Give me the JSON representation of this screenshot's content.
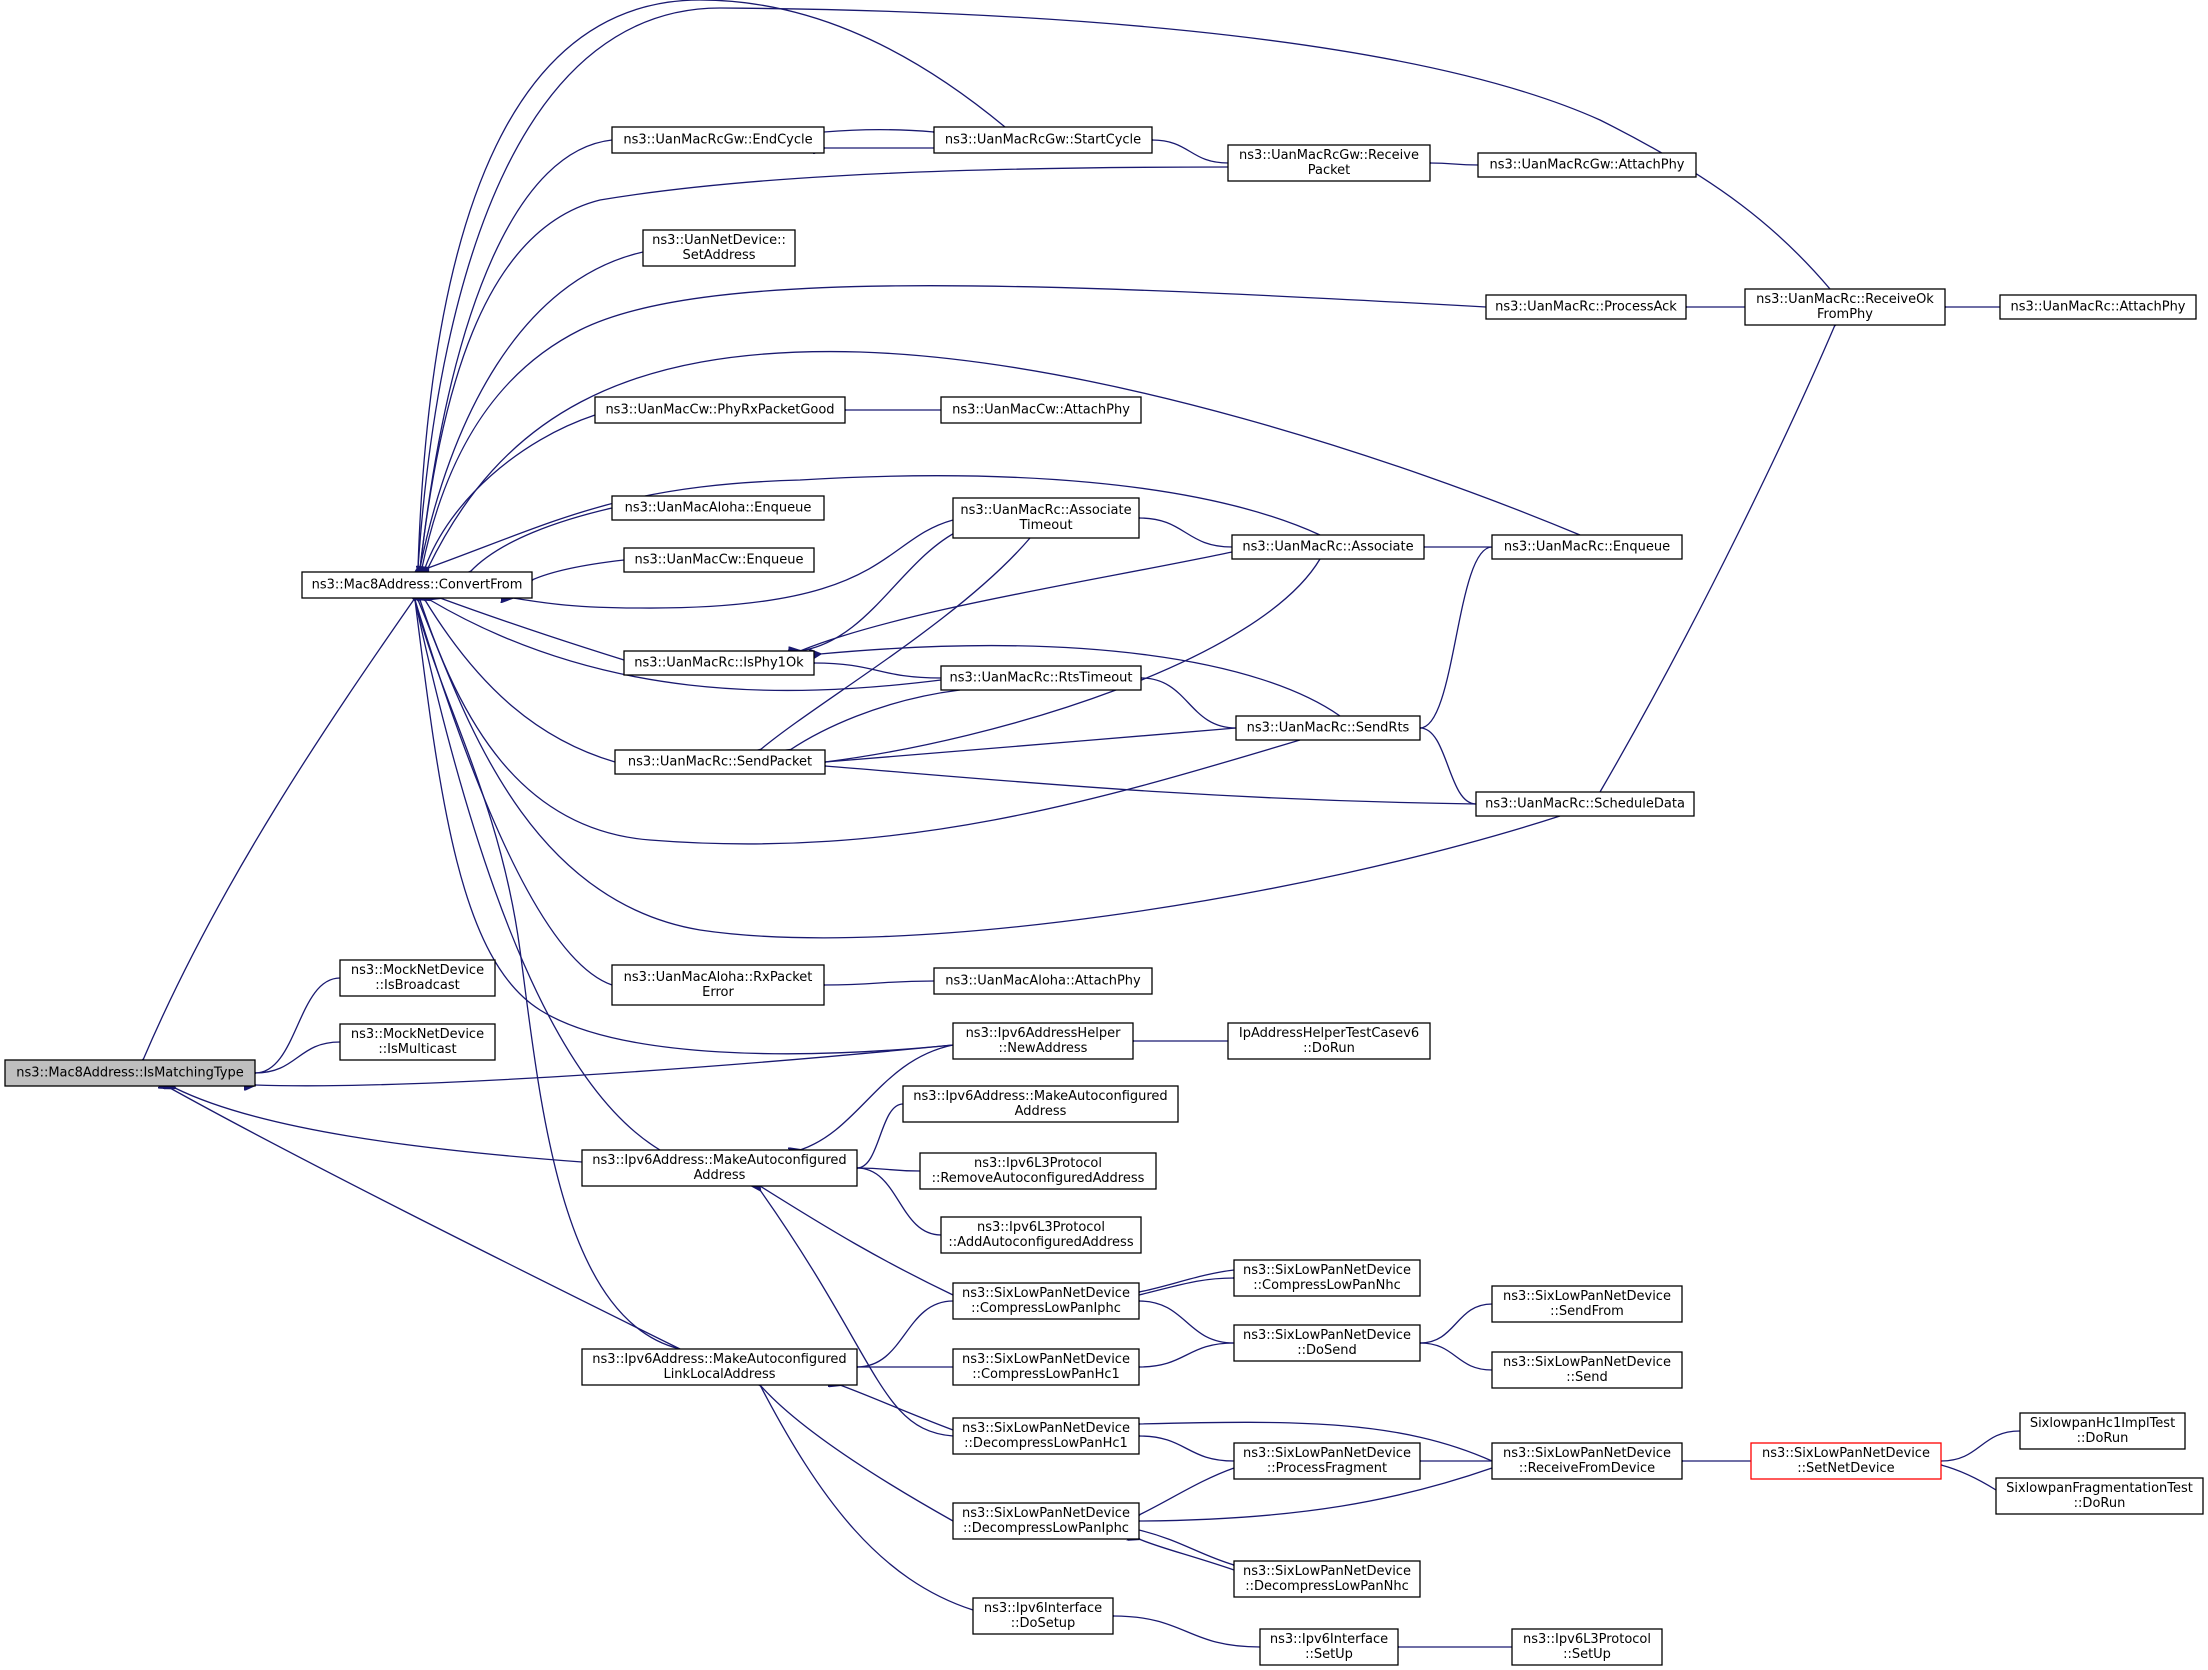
{
  "graph_title": "",
  "colors": {
    "edge": "#191970",
    "root_fill": "#bfbfbf",
    "node_fill": "#ffffff",
    "node_border": "#000000",
    "highlight_border": "#ff0000"
  },
  "nodes": [
    {
      "id": "root",
      "lines": [
        "ns3::Mac8Address::IsMatchingType"
      ],
      "style": "root"
    },
    {
      "id": "convertfrom",
      "lines": [
        "ns3::Mac8Address::ConvertFrom"
      ]
    },
    {
      "id": "mock_bcast",
      "lines": [
        "ns3::MockNetDevice",
        "::IsBroadcast"
      ]
    },
    {
      "id": "mock_mcast",
      "lines": [
        "ns3::MockNetDevice",
        "::IsMulticast"
      ]
    },
    {
      "id": "ipv6_makeauto",
      "lines": [
        "ns3::Ipv6Address::MakeAutoconfigured",
        "Address"
      ]
    },
    {
      "id": "ipv6_makeauto_ll",
      "lines": [
        "ns3::Ipv6Address::MakeAutoconfigured",
        "LinkLocalAddress"
      ]
    },
    {
      "id": "gw_endcycle",
      "lines": [
        "ns3::UanMacRcGw::EndCycle"
      ]
    },
    {
      "id": "gw_startcycle",
      "lines": [
        "ns3::UanMacRcGw::StartCycle"
      ]
    },
    {
      "id": "gw_receive",
      "lines": [
        "ns3::UanMacRcGw::Receive",
        "Packet"
      ]
    },
    {
      "id": "gw_attach",
      "lines": [
        "ns3::UanMacRcGw::AttachPhy"
      ]
    },
    {
      "id": "netdev_setaddr",
      "lines": [
        "ns3::UanNetDevice::",
        "SetAddress"
      ]
    },
    {
      "id": "rc_processack",
      "lines": [
        "ns3::UanMacRc::ProcessAck"
      ]
    },
    {
      "id": "rc_receiveok",
      "lines": [
        "ns3::UanMacRc::ReceiveOk",
        "FromPhy"
      ]
    },
    {
      "id": "rc_attach",
      "lines": [
        "ns3::UanMacRc::AttachPhy"
      ]
    },
    {
      "id": "cw_phyrx",
      "lines": [
        "ns3::UanMacCw::PhyRxPacketGood"
      ]
    },
    {
      "id": "cw_attach",
      "lines": [
        "ns3::UanMacCw::AttachPhy"
      ]
    },
    {
      "id": "aloha_enqueue",
      "lines": [
        "ns3::UanMacAloha::Enqueue"
      ]
    },
    {
      "id": "cw_enqueue",
      "lines": [
        "ns3::UanMacCw::Enqueue"
      ]
    },
    {
      "id": "rc_assoc_timeout",
      "lines": [
        "ns3::UanMacRc::Associate",
        "Timeout"
      ]
    },
    {
      "id": "rc_associate",
      "lines": [
        "ns3::UanMacRc::Associate"
      ]
    },
    {
      "id": "rc_enqueue",
      "lines": [
        "ns3::UanMacRc::Enqueue"
      ]
    },
    {
      "id": "rc_isphy1ok",
      "lines": [
        "ns3::UanMacRc::IsPhy1Ok"
      ]
    },
    {
      "id": "rc_rtstimeout",
      "lines": [
        "ns3::UanMacRc::RtsTimeout"
      ]
    },
    {
      "id": "rc_sendrts",
      "lines": [
        "ns3::UanMacRc::SendRts"
      ]
    },
    {
      "id": "rc_sendpacket",
      "lines": [
        "ns3::UanMacRc::SendPacket"
      ]
    },
    {
      "id": "rc_scheduledata",
      "lines": [
        "ns3::UanMacRc::ScheduleData"
      ]
    },
    {
      "id": "aloha_rxerror",
      "lines": [
        "ns3::UanMacAloha::RxPacket",
        "Error"
      ]
    },
    {
      "id": "aloha_attach",
      "lines": [
        "ns3::UanMacAloha::AttachPhy"
      ]
    },
    {
      "id": "ipv6helper_newaddr",
      "lines": [
        "ns3::Ipv6AddressHelper",
        "::NewAddress"
      ]
    },
    {
      "id": "iphelpertest_dorun",
      "lines": [
        "IpAddressHelperTestCasev6",
        "::DoRun"
      ]
    },
    {
      "id": "ipv6addr_makeauto2",
      "lines": [
        "ns3::Ipv6Address::MakeAutoconfigured",
        "Address"
      ]
    },
    {
      "id": "l3_removeauto",
      "lines": [
        "ns3::Ipv6L3Protocol",
        "::RemoveAutoconfiguredAddress"
      ]
    },
    {
      "id": "l3_addauto",
      "lines": [
        "ns3::Ipv6L3Protocol",
        "::AddAutoconfiguredAddress"
      ]
    },
    {
      "id": "six_comp_iphc",
      "lines": [
        "ns3::SixLowPanNetDevice",
        "::CompressLowPanIphc"
      ]
    },
    {
      "id": "six_comp_nhc",
      "lines": [
        "ns3::SixLowPanNetDevice",
        "::CompressLowPanNhc"
      ]
    },
    {
      "id": "six_sendfrom",
      "lines": [
        "ns3::SixLowPanNetDevice",
        "::SendFrom"
      ]
    },
    {
      "id": "six_dosend",
      "lines": [
        "ns3::SixLowPanNetDevice",
        "::DoSend"
      ]
    },
    {
      "id": "six_send",
      "lines": [
        "ns3::SixLowPanNetDevice",
        "::Send"
      ]
    },
    {
      "id": "six_comp_hc1",
      "lines": [
        "ns3::SixLowPanNetDevice",
        "::CompressLowPanHc1"
      ]
    },
    {
      "id": "six_decomp_hc1",
      "lines": [
        "ns3::SixLowPanNetDevice",
        "::DecompressLowPanHc1"
      ]
    },
    {
      "id": "six_processfrag",
      "lines": [
        "ns3::SixLowPanNetDevice",
        "::ProcessFragment"
      ]
    },
    {
      "id": "six_recvfromdev",
      "lines": [
        "ns3::SixLowPanNetDevice",
        "::ReceiveFromDevice"
      ]
    },
    {
      "id": "six_setnetdev",
      "lines": [
        "ns3::SixLowPanNetDevice",
        "::SetNetDevice"
      ],
      "style": "red"
    },
    {
      "id": "hc1impl_dorun",
      "lines": [
        "SixlowpanHc1ImplTest",
        "::DoRun"
      ]
    },
    {
      "id": "fragtest_dorun",
      "lines": [
        "SixlowpanFragmentationTest",
        "::DoRun"
      ]
    },
    {
      "id": "six_decomp_iphc",
      "lines": [
        "ns3::SixLowPanNetDevice",
        "::DecompressLowPanIphc"
      ]
    },
    {
      "id": "six_decomp_nhc",
      "lines": [
        "ns3::SixLowPanNetDevice",
        "::DecompressLowPanNhc"
      ]
    },
    {
      "id": "ipv6if_dosetup",
      "lines": [
        "ns3::Ipv6Interface",
        "::DoSetup"
      ]
    },
    {
      "id": "ipv6if_setup",
      "lines": [
        "ns3::Ipv6Interface",
        "::SetUp"
      ]
    },
    {
      "id": "l3_setup",
      "lines": [
        "ns3::Ipv6L3Protocol",
        "::SetUp"
      ]
    }
  ],
  "edges": [
    {
      "from": "convertfrom",
      "to": "root"
    },
    {
      "from": "mock_bcast",
      "to": "root"
    },
    {
      "from": "mock_mcast",
      "to": "root"
    },
    {
      "from": "ipv6helper_newaddr",
      "to": "root"
    },
    {
      "from": "ipv6_makeauto",
      "to": "root"
    },
    {
      "from": "ipv6_makeauto_ll",
      "to": "root"
    },
    {
      "from": "gw_endcycle",
      "to": "convertfrom"
    },
    {
      "from": "gw_startcycle",
      "to": "convertfrom"
    },
    {
      "from": "gw_receive",
      "to": "convertfrom"
    },
    {
      "from": "netdev_setaddr",
      "to": "convertfrom"
    },
    {
      "from": "rc_processack",
      "to": "convertfrom"
    },
    {
      "from": "rc_receiveok",
      "to": "convertfrom"
    },
    {
      "from": "cw_phyrx",
      "to": "convertfrom"
    },
    {
      "from": "rc_enqueue",
      "to": "convertfrom"
    },
    {
      "from": "rc_associate",
      "to": "convertfrom"
    },
    {
      "from": "aloha_enqueue",
      "to": "convertfrom"
    },
    {
      "from": "cw_enqueue",
      "to": "convertfrom"
    },
    {
      "from": "rc_assoc_timeout",
      "to": "convertfrom"
    },
    {
      "from": "rc_isphy1ok",
      "to": "convertfrom"
    },
    {
      "from": "rc_rtstimeout",
      "to": "convertfrom"
    },
    {
      "from": "rc_sendpacket",
      "to": "convertfrom"
    },
    {
      "from": "rc_sendrts",
      "to": "convertfrom"
    },
    {
      "from": "rc_scheduledata",
      "to": "convertfrom"
    },
    {
      "from": "aloha_rxerror",
      "to": "convertfrom"
    },
    {
      "from": "ipv6helper_newaddr",
      "to": "convertfrom"
    },
    {
      "from": "ipv6_makeauto",
      "to": "convertfrom"
    },
    {
      "from": "ipv6_makeauto_ll",
      "to": "convertfrom"
    },
    {
      "from": "gw_startcycle",
      "to": "gw_endcycle"
    },
    {
      "from": "gw_endcycle",
      "to": "gw_startcycle"
    },
    {
      "from": "gw_receive",
      "to": "gw_startcycle"
    },
    {
      "from": "gw_attach",
      "to": "gw_receive"
    },
    {
      "from": "rc_receiveok",
      "to": "rc_processack"
    },
    {
      "from": "rc_attach",
      "to": "rc_receiveok"
    },
    {
      "from": "rc_scheduledata",
      "to": "rc_receiveok"
    },
    {
      "from": "cw_attach",
      "to": "cw_phyrx"
    },
    {
      "from": "rc_associate",
      "to": "rc_assoc_timeout"
    },
    {
      "from": "rc_enqueue",
      "to": "rc_associate"
    },
    {
      "from": "rc_assoc_timeout",
      "to": "rc_isphy1ok"
    },
    {
      "from": "rc_associate",
      "to": "rc_isphy1ok"
    },
    {
      "from": "rc_rtstimeout",
      "to": "rc_isphy1ok"
    },
    {
      "from": "rc_sendrts",
      "to": "rc_isphy1ok"
    },
    {
      "from": "rc_sendrts",
      "to": "rc_rtstimeout"
    },
    {
      "from": "rc_enqueue",
      "to": "rc_sendrts"
    },
    {
      "from": "rc_scheduledata",
      "to": "rc_sendrts"
    },
    {
      "from": "rc_assoc_timeout",
      "to": "rc_sendpacket"
    },
    {
      "from": "rc_rtstimeout",
      "to": "rc_sendpacket"
    },
    {
      "from": "rc_associate",
      "to": "rc_sendpacket"
    },
    {
      "from": "rc_sendrts",
      "to": "rc_sendpacket"
    },
    {
      "from": "rc_scheduledata",
      "to": "rc_sendpacket"
    },
    {
      "from": "aloha_attach",
      "to": "aloha_rxerror"
    },
    {
      "from": "iphelpertest_dorun",
      "to": "ipv6helper_newaddr"
    },
    {
      "from": "ipv6helper_newaddr",
      "to": "ipv6_makeauto"
    },
    {
      "from": "ipv6addr_makeauto2",
      "to": "ipv6_makeauto"
    },
    {
      "from": "l3_removeauto",
      "to": "ipv6_makeauto"
    },
    {
      "from": "l3_addauto",
      "to": "ipv6_makeauto"
    },
    {
      "from": "six_comp_iphc",
      "to": "ipv6_makeauto"
    },
    {
      "from": "six_decomp_hc1",
      "to": "ipv6_makeauto"
    },
    {
      "from": "six_comp_iphc",
      "to": "ipv6_makeauto_ll"
    },
    {
      "from": "six_comp_hc1",
      "to": "ipv6_makeauto_ll"
    },
    {
      "from": "six_decomp_hc1",
      "to": "ipv6_makeauto_ll"
    },
    {
      "from": "six_decomp_iphc",
      "to": "ipv6_makeauto_ll"
    },
    {
      "from": "ipv6if_dosetup",
      "to": "ipv6_makeauto_ll"
    },
    {
      "from": "six_comp_nhc",
      "to": "six_comp_iphc"
    },
    {
      "from": "six_comp_iphc",
      "to": "six_comp_nhc"
    },
    {
      "from": "six_dosend",
      "to": "six_comp_iphc"
    },
    {
      "from": "six_sendfrom",
      "to": "six_dosend"
    },
    {
      "from": "six_send",
      "to": "six_dosend"
    },
    {
      "from": "six_dosend",
      "to": "six_comp_hc1"
    },
    {
      "from": "six_recvfromdev",
      "to": "six_decomp_hc1"
    },
    {
      "from": "six_processfrag",
      "to": "six_decomp_hc1"
    },
    {
      "from": "six_recvfromdev",
      "to": "six_processfrag"
    },
    {
      "from": "six_setnetdev",
      "to": "six_recvfromdev"
    },
    {
      "from": "hc1impl_dorun",
      "to": "six_setnetdev"
    },
    {
      "from": "fragtest_dorun",
      "to": "six_setnetdev"
    },
    {
      "from": "six_processfrag",
      "to": "six_decomp_iphc"
    },
    {
      "from": "six_recvfromdev",
      "to": "six_decomp_iphc"
    },
    {
      "from": "six_decomp_nhc",
      "to": "six_decomp_iphc"
    },
    {
      "from": "six_decomp_iphc",
      "to": "six_decomp_nhc"
    },
    {
      "from": "ipv6if_setup",
      "to": "ipv6if_dosetup"
    },
    {
      "from": "l3_setup",
      "to": "ipv6if_setup"
    }
  ]
}
